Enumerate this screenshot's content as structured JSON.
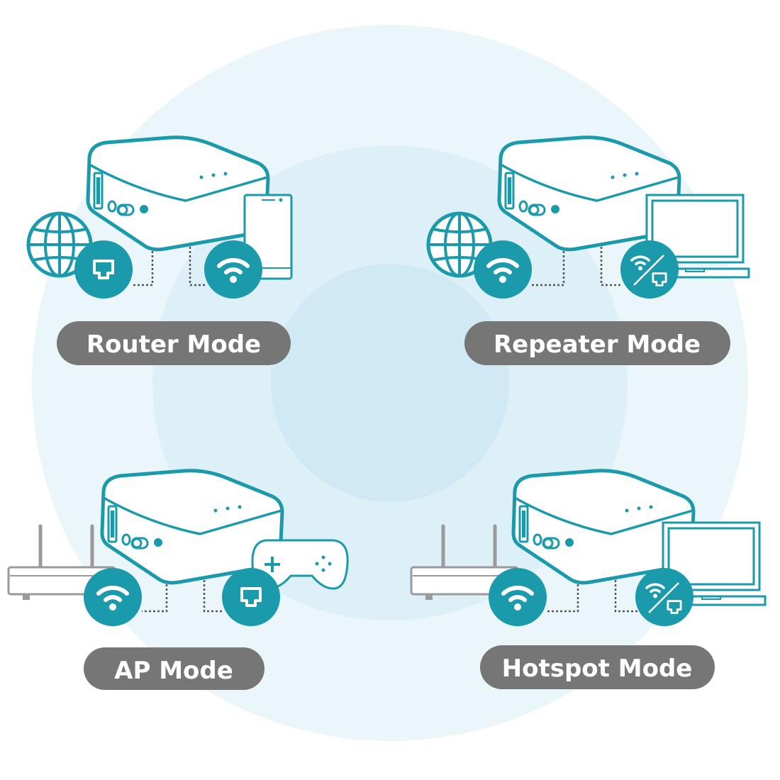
{
  "colors": {
    "teal": "#1b9aab",
    "label_bg": "#767676",
    "ring_outer": "#ebf6fb",
    "ring_mid": "#ddf0f8",
    "ring_inner": "#d0e9f4"
  },
  "modes": [
    {
      "label": "Router Mode",
      "icons": [
        "globe-icon",
        "ethernet-icon",
        "wifi-icon",
        "phone-icon"
      ]
    },
    {
      "label": "Repeater Mode",
      "icons": [
        "globe-icon",
        "wifi-icon",
        "wifi-or-ethernet-icon",
        "laptop-icon"
      ]
    },
    {
      "label": "AP Mode",
      "icons": [
        "access-point-icon",
        "wifi-icon",
        "ethernet-icon",
        "gamepad-icon"
      ]
    },
    {
      "label": "Hotspot Mode",
      "icons": [
        "access-point-icon",
        "wifi-icon",
        "wifi-or-ethernet-icon",
        "laptop-icon"
      ]
    }
  ]
}
